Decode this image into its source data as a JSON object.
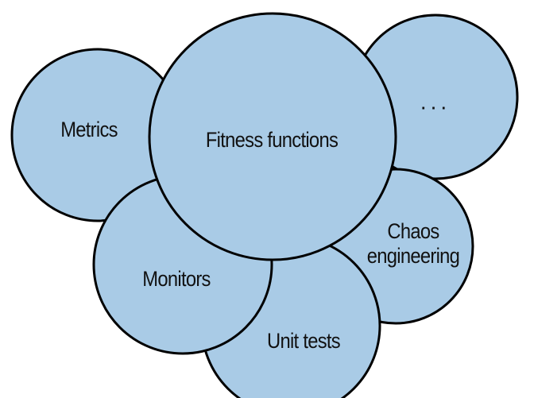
{
  "diagram": {
    "metrics": "Metrics",
    "fitness_functions": "Fitness functions",
    "ellipsis": "...",
    "chaos_line1": "Chaos",
    "chaos_line2": "engineering",
    "monitors": "Monitors",
    "unit_tests": "Unit tests"
  },
  "colors": {
    "circle_fill": "#a9cbe6",
    "circle_stroke": "#000000",
    "text": "#111111"
  }
}
